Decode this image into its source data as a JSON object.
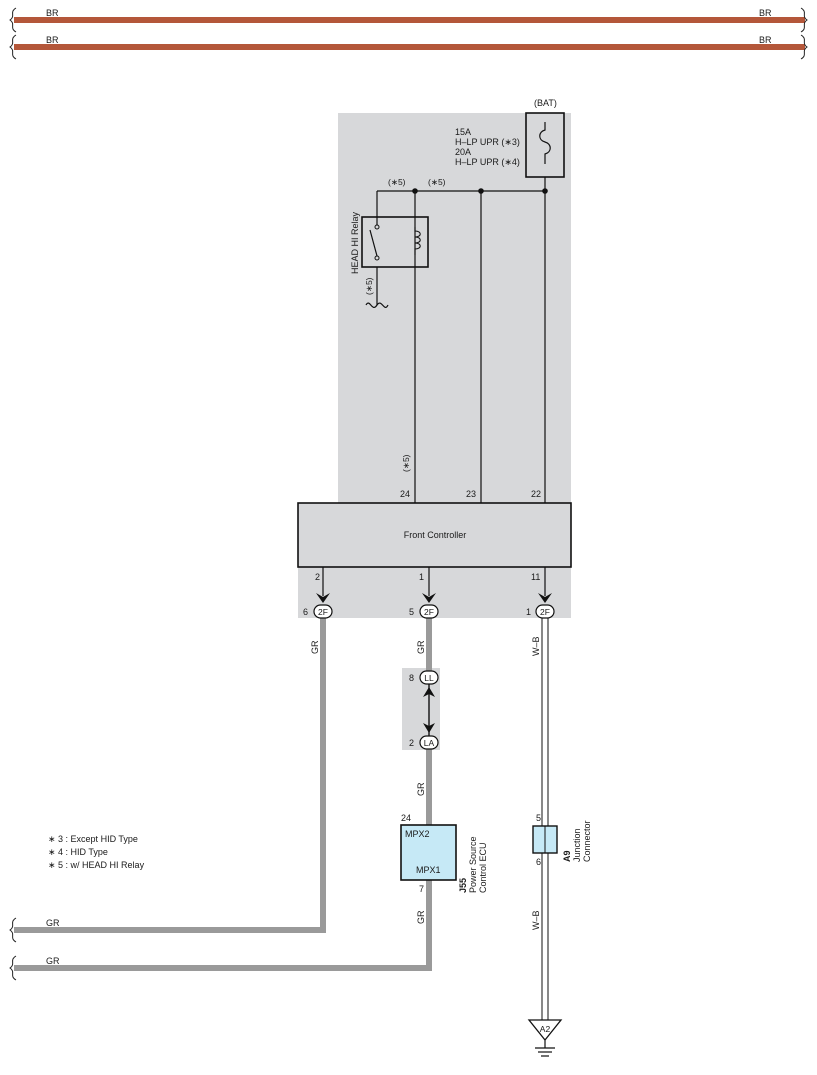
{
  "top_wires": [
    {
      "left_label": "BR",
      "right_label": "BR"
    },
    {
      "left_label": "BR",
      "right_label": "BR"
    }
  ],
  "colors": {
    "br_wire": "#b4573a",
    "gr_wire": "#9a9a9a",
    "area_fill": "#d7d8da",
    "ecu_fill": "#c6e9f6"
  },
  "fuse": {
    "source": "(BAT)",
    "line1": "15A",
    "line2": "H–LP UPR (∗3)",
    "line3": "20A",
    "line4": "H–LP UPR (∗4)"
  },
  "relay": {
    "name": "HEAD HI Relay",
    "note": "(∗5)"
  },
  "branch_notes": {
    "a": "(∗5)",
    "b": "(∗5)",
    "pin24": "(∗5)"
  },
  "front_controller": {
    "name": "Front Controller",
    "top_pins": [
      "24",
      "23",
      "22"
    ],
    "bottom_pins": [
      "2",
      "1",
      "11"
    ]
  },
  "connectors_2f": [
    {
      "pin": "6",
      "code": "2F"
    },
    {
      "pin": "5",
      "code": "2F"
    },
    {
      "pin": "1",
      "code": "2F"
    }
  ],
  "connector_ll": {
    "pin": "8",
    "code": "LL"
  },
  "connector_la": {
    "pin": "2",
    "code": "LA"
  },
  "wire_labels": {
    "gr_left": "GR",
    "gr_mid1": "GR",
    "gr_mid2": "GR",
    "gr_mid3": "GR",
    "wb_top": "W–B",
    "wb_bottom": "W–B"
  },
  "ecu": {
    "pin_top": "24",
    "pin_bottom": "7",
    "term_top": "MPX2",
    "term_bottom": "MPX1",
    "code": "J55",
    "name1": "Power Source",
    "name2": "Control ECU"
  },
  "junction": {
    "pin_top": "5",
    "pin_bottom": "6",
    "code": "A9",
    "name1": "Junction",
    "name2": "Connector"
  },
  "ground": {
    "code": "A2"
  },
  "footnotes": [
    "∗ 3 : Except HID Type",
    "∗ 4 : HID Type",
    "∗ 5 : w/ HEAD HI Relay"
  ],
  "bottom_wires": [
    {
      "label": "GR"
    },
    {
      "label": "GR"
    }
  ]
}
